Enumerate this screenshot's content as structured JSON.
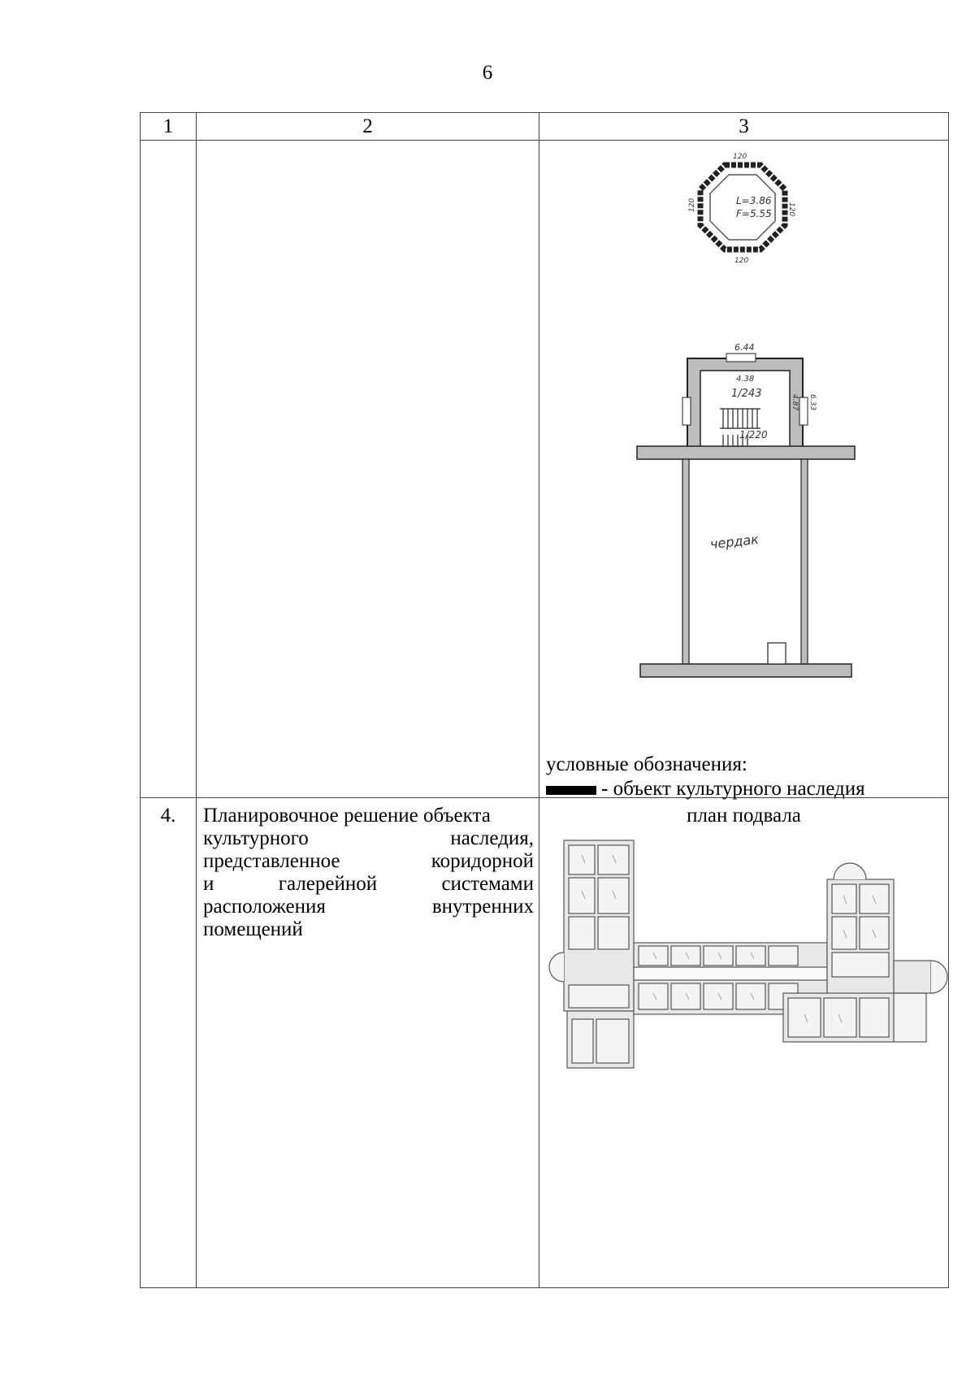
{
  "page_number": "6",
  "table": {
    "headers": [
      "1",
      "2",
      "3"
    ],
    "row_attic": {
      "octagon_labels": {
        "inner_1": "L=3.86",
        "inner_2": "F=5.55",
        "edge_1": "120",
        "edge_2": "120",
        "edge_3": "120",
        "edge_4": "120"
      },
      "plan_labels": {
        "top_width": "6.44",
        "inner_width": "4.38",
        "room_1": "1/243",
        "room_2": "1/220",
        "side_1": "4.87",
        "side_2": "6.33",
        "attic": "чердак"
      },
      "legend_title": "условные обозначения:",
      "legend_text": "- объект культурного наследия"
    },
    "row_4": {
      "number": "4.",
      "desc_lines": [
        [
          "Планировочное решение объекта"
        ],
        [
          "культурного",
          "наследия,"
        ],
        [
          "представленное",
          "коридорной"
        ],
        [
          "и",
          "галерейной",
          "системами"
        ],
        [
          "расположения",
          "внутренних"
        ],
        [
          "помещений"
        ]
      ],
      "plan_title": "план подвала"
    }
  }
}
